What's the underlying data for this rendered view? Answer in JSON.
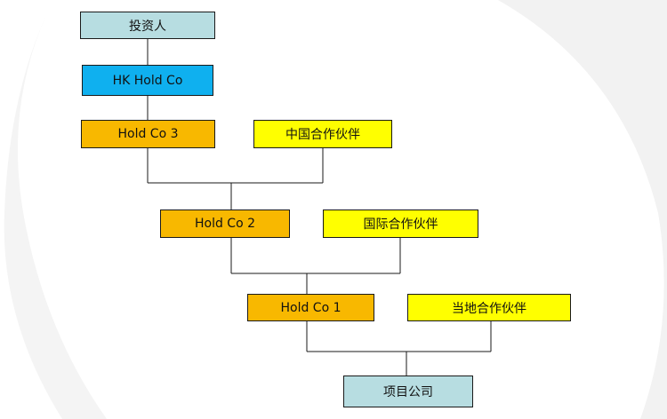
{
  "diagram": {
    "nodes": {
      "investor": {
        "label": "投资人",
        "color": "#b7dde1"
      },
      "hk_hold_co": {
        "label": "HK Hold Co",
        "color": "#0fb0ef"
      },
      "hold_co_3": {
        "label": "Hold Co 3",
        "color": "#f8b800"
      },
      "china_partner": {
        "label": "中国合作伙伴",
        "color": "#ffff00"
      },
      "hold_co_2": {
        "label": "Hold Co 2",
        "color": "#f8b800"
      },
      "intl_partner": {
        "label": "国际合作伙伴",
        "color": "#ffff00"
      },
      "hold_co_1": {
        "label": "Hold Co 1",
        "color": "#f8b800"
      },
      "local_partner": {
        "label": "当地合作伙伴",
        "color": "#ffff00"
      },
      "project_company": {
        "label": "项目公司",
        "color": "#b7dde1"
      }
    },
    "edges": [
      {
        "from": "investor",
        "to": "hk_hold_co"
      },
      {
        "from": "hk_hold_co",
        "to": "hold_co_3"
      },
      {
        "from": "hold_co_3",
        "to": "hold_co_2"
      },
      {
        "from": "china_partner",
        "to": "hold_co_2"
      },
      {
        "from": "hold_co_2",
        "to": "hold_co_1"
      },
      {
        "from": "intl_partner",
        "to": "hold_co_1"
      },
      {
        "from": "hold_co_1",
        "to": "project_company"
      },
      {
        "from": "local_partner",
        "to": "project_company"
      }
    ]
  }
}
